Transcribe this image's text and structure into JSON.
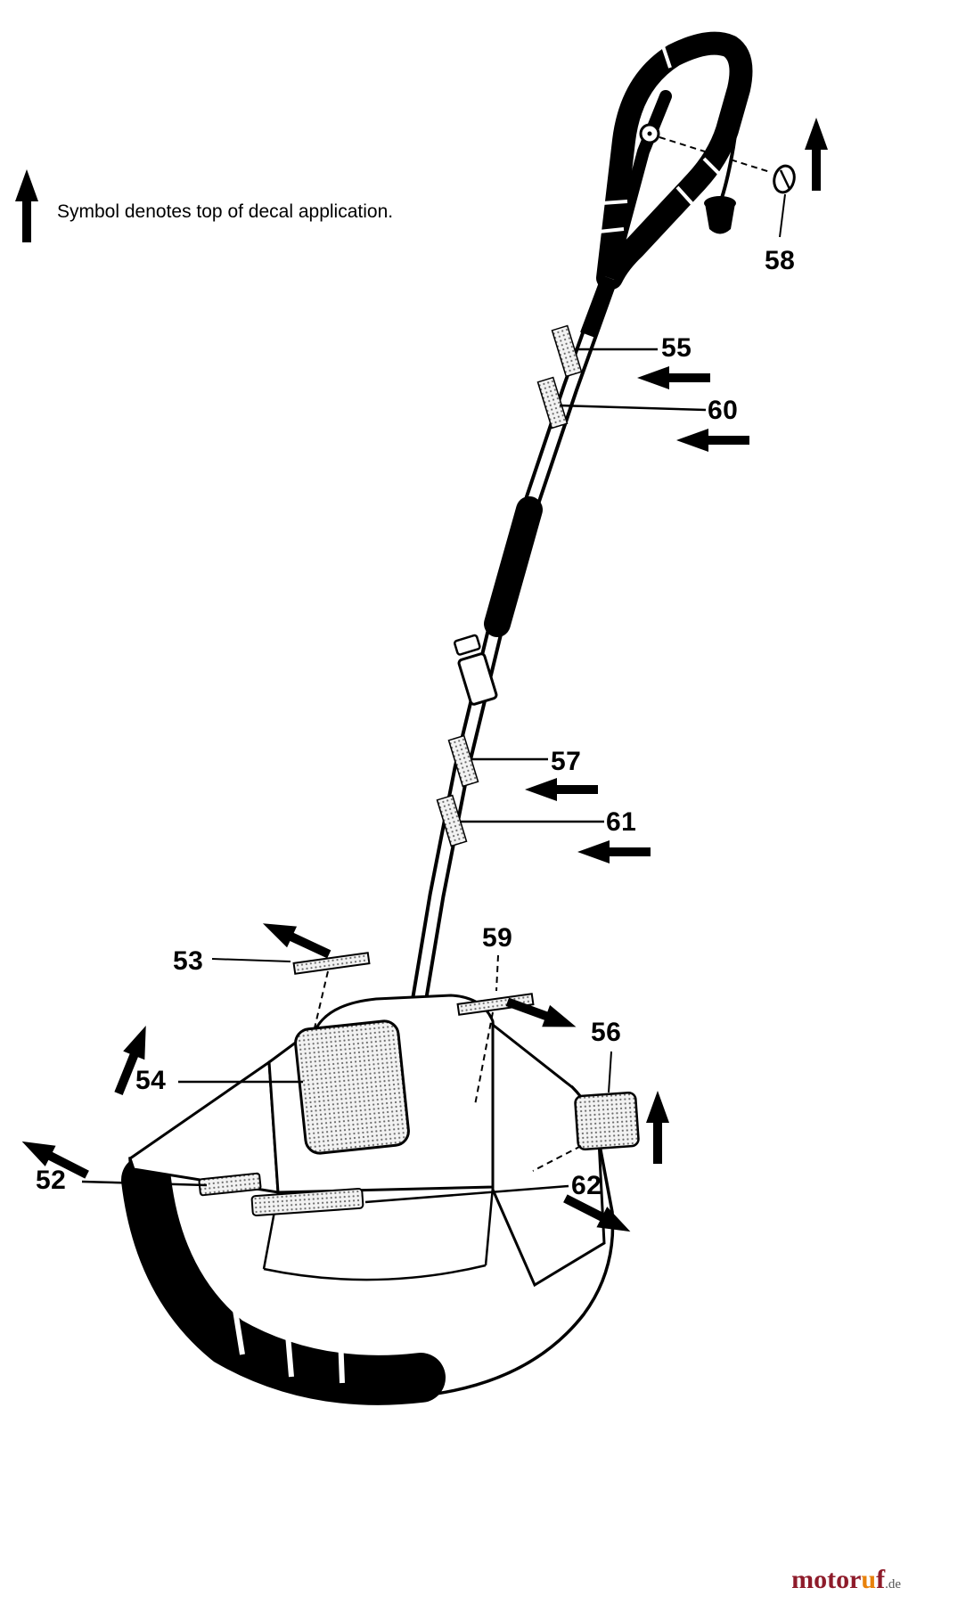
{
  "legend": {
    "text": "Symbol denotes top of decal application."
  },
  "callouts": {
    "c52": "52",
    "c53": "53",
    "c54": "54",
    "c55": "55",
    "c56": "56",
    "c57": "57",
    "c58": "58",
    "c59": "59",
    "c60": "60",
    "c61": "61",
    "c62": "62"
  },
  "watermark": {
    "part1": "motor",
    "part2": "u",
    "part3": "f",
    "suffix": ".de"
  },
  "colors": {
    "ink": "#000000",
    "paper": "#ffffff",
    "decal_fill": "#f2f2f2",
    "brand_red": "#8e1b2a",
    "brand_orange": "#e8820c",
    "suffix_gray": "#555555"
  }
}
